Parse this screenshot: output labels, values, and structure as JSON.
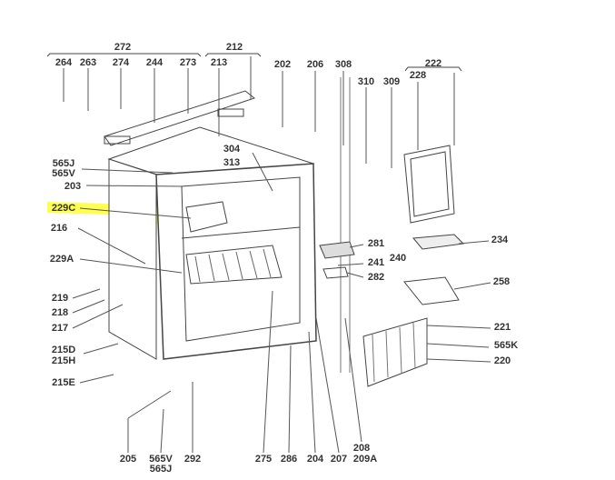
{
  "highlight_color": "#ffff33",
  "labels": {
    "l272": "272",
    "l212": "212",
    "l264": "264",
    "l263": "263",
    "l274": "274",
    "l244": "244",
    "l273": "273",
    "l213": "213",
    "l202": "202",
    "l206": "206",
    "l308": "308",
    "l222": "222",
    "l228": "228",
    "l310": "310",
    "l309": "309",
    "l565J": "565J",
    "l565V": "565V",
    "l304": "304",
    "l313": "313",
    "l203": "203",
    "l229C": "229C",
    "l216": "216",
    "l229A": "229A",
    "l281": "281",
    "l241": "241",
    "l240": "240",
    "l282": "282",
    "l234": "234",
    "l258": "258",
    "l219": "219",
    "l218": "218",
    "l217": "217",
    "l215D": "215D",
    "l215H": "215H",
    "l215E": "215E",
    "l221": "221",
    "l565K": "565K",
    "l220": "220",
    "l205": "205",
    "l565Vb": "565V",
    "l565Jb": "565J",
    "l292": "292",
    "l275": "275",
    "l286": "286",
    "l204": "204",
    "l207": "207",
    "l208": "208",
    "l209A": "209A"
  }
}
